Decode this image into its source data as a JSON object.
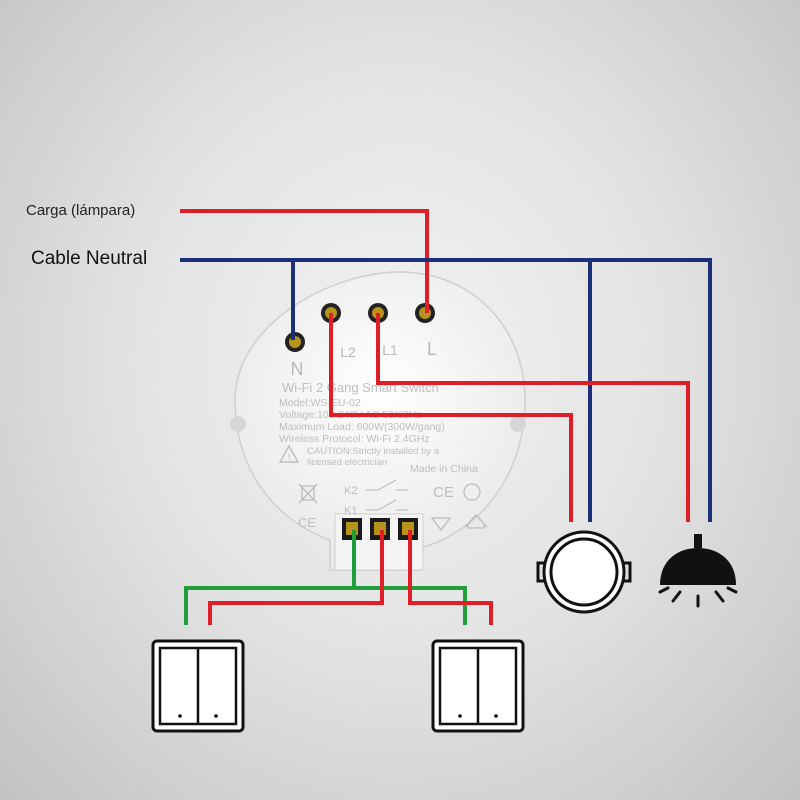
{
  "labels": {
    "load": "Carga (lámpara)",
    "neutral": "Cable Neutral"
  },
  "module": {
    "title": "Wi-Fi 2 Gang Smart Switch",
    "model": "Model:WS-EU-02",
    "voltage": "Voltage:100-240V AC 50/60Hz",
    "max_load": "Maximum Load: 600W(300W/gang)",
    "protocol": "Wireless Protocol: Wi-Fi 2.4GHz",
    "caution_line1": "CAUTION:Strictly installed by a",
    "caution_line2": "licensed electrician",
    "made_in": "Made in China",
    "terminals": {
      "n": "N",
      "l2": "L2",
      "l1": "L1",
      "l": "L"
    },
    "relays": {
      "k2": "K2",
      "k1": "K1"
    },
    "ce_mark": "CE"
  },
  "colors": {
    "live": "#e01e26",
    "neutral": "#1c2f78",
    "switch_wire": "#1f9e3a"
  },
  "icons": [
    "recessed-light-icon",
    "pendant-lamp-icon",
    "wall-switch-icon",
    "weee-bin-icon",
    "warning-icon",
    "home-icon"
  ]
}
